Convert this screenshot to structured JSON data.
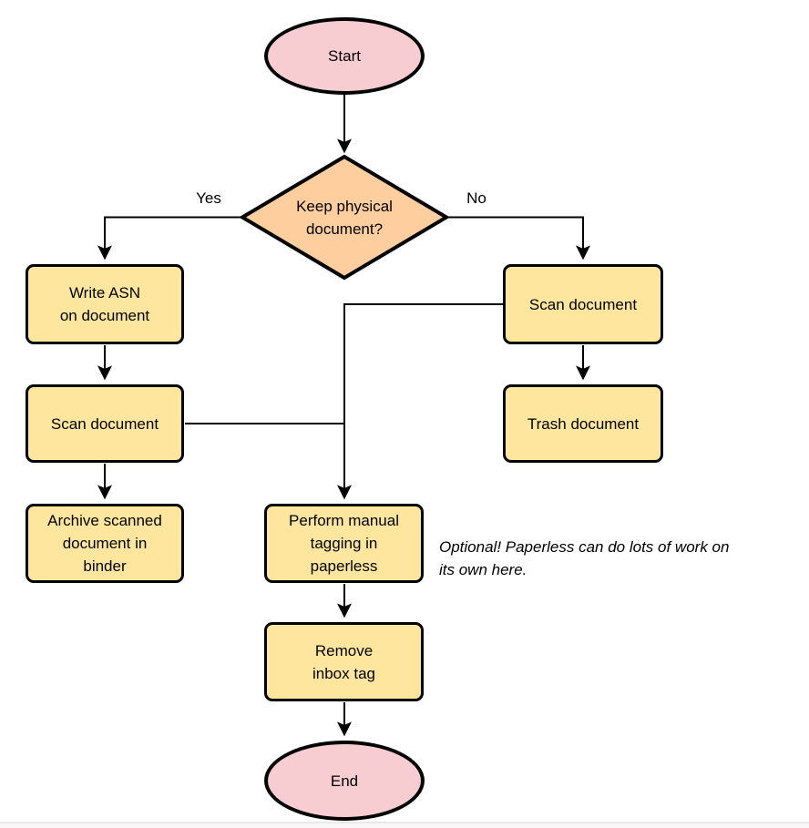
{
  "diagram": {
    "colors": {
      "node_fill": "#ffe69e",
      "decision_fill": "#ffce9f",
      "terminal_fill": "#f8cdd1",
      "stroke": "#000000"
    },
    "nodes": {
      "start": {
        "label": "Start"
      },
      "decision": {
        "label": "Keep physical\ndocument?"
      },
      "write_asn": {
        "label": "Write ASN\non document"
      },
      "scan_left": {
        "label": "Scan document"
      },
      "archive": {
        "label": "Archive scanned\ndocument in\nbinder"
      },
      "scan_right": {
        "label": "Scan document"
      },
      "trash": {
        "label": "Trash document"
      },
      "tagging": {
        "label": "Perform manual\ntagging in\npaperless"
      },
      "remove_inbox": {
        "label": "Remove\ninbox tag"
      },
      "end": {
        "label": "End"
      }
    },
    "edge_labels": {
      "yes": "Yes",
      "no": "No"
    },
    "annotation": "Optional! Paperless can do lots of work on\nits own here."
  }
}
